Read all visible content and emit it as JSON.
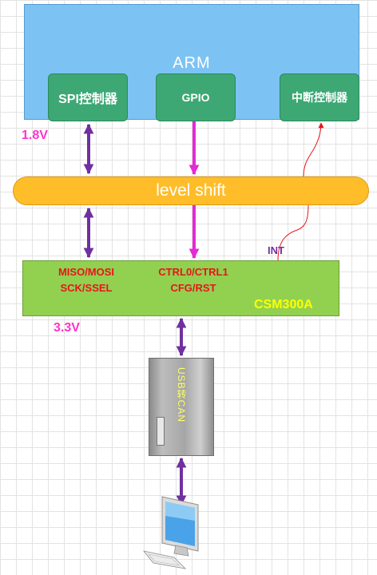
{
  "arm": {
    "label": "ARM"
  },
  "arm_blocks": {
    "spi": "SPI控制器",
    "gpio": "GPIO",
    "interrupt": "中断控制器"
  },
  "level_shift": {
    "label": "level shift"
  },
  "csm300a": {
    "label": "CSM300A",
    "signals_left": [
      "MISO/MOSI",
      "SCK/SSEL"
    ],
    "signals_mid": [
      "CTRL0/CTRL1",
      "CFG/RST"
    ]
  },
  "int_label": "INT",
  "voltages": {
    "top": "1.8V",
    "bottom": "3.3V"
  },
  "usb_can": {
    "label": "USB转CAN"
  },
  "colors": {
    "arm": "#7cc3f3",
    "sub_block": "#3da874",
    "level_shift": "#ffbd2a",
    "csm300a": "#92d050",
    "arrow_purple": "#7030a0",
    "arrow_magenta": "#e52ad6",
    "int_line": "#e8141b"
  }
}
